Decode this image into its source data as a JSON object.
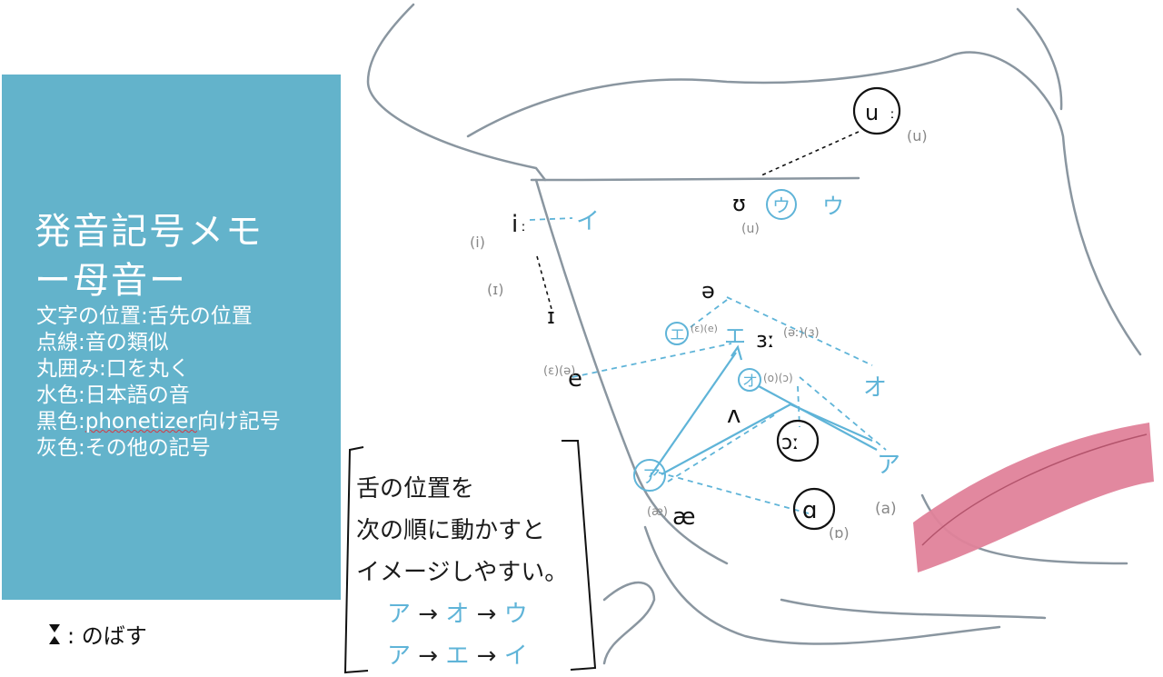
{
  "panel": {
    "title_line1": "発音記号メモ",
    "title_line2": "ー母音ー",
    "legend": [
      "文字の位置:舌先の位置",
      "点線:音の類似",
      "丸囲み:口を丸く",
      "水色:日本語の音",
      "黒色:",
      "灰色:その他の記号"
    ],
    "legend_black_word": "phonetizer",
    "legend_black_suffix": "向け記号"
  },
  "footnote": {
    "text": ": のばす"
  },
  "note": {
    "line1": "舌の位置を",
    "line2": "次の順に動かすと",
    "line3": "イメージしやすい。",
    "seq1": [
      "ア",
      "オ",
      "ウ"
    ],
    "seq2": [
      "ア",
      "エ",
      "イ"
    ]
  },
  "symbols": {
    "u_long": "u",
    "u_gray": "(u)",
    "upsilon": "ʊ",
    "upsilon_gray": "(u)",
    "jp_u_circled": "ウ",
    "jp_u": "ウ",
    "i_long": "i",
    "i_gray": "(i)",
    "jp_i": "イ",
    "small_i": "ɪ",
    "small_i_gray": "(ɪ)",
    "schwa": "ə",
    "jp_e_circled": "エ",
    "jp_e_gray": "(ε)(e)",
    "jp_e": "エ",
    "er_long": "ɜː",
    "er_gray": "(əː)(ɜ)",
    "e": "e",
    "e_gray": "(ɛ)(ə)",
    "jp_o_circled": "オ",
    "jp_o_gray": "(o)(ɔ)",
    "jp_o": "オ",
    "wedge": "ʌ",
    "open_o_long": "ɔː",
    "jp_a_circled": "ア",
    "jp_a_gray": "(æ)",
    "ae": "æ",
    "jp_a": "ア",
    "a_gray": "(a)",
    "script_a": "ɑ",
    "script_a_gray": "(ɒ)"
  },
  "colors": {
    "panel": "#63b3cb",
    "japanese": "#5fb4d8",
    "phonetizer": "#111111",
    "other": "#888888",
    "outline": "#8a96a0",
    "tongue_tip_region": "#e0829a"
  }
}
